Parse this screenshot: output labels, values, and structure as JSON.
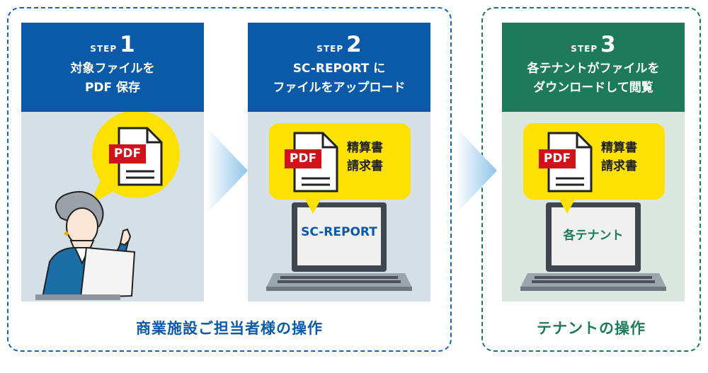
{
  "steps": [
    {
      "step_word": "STEP",
      "number": "1",
      "line1": "対象ファイルを",
      "line2": "PDF 保存",
      "badge": "PDF"
    },
    {
      "step_word": "STEP",
      "number": "2",
      "line1": "SC-REPORT に",
      "line2": "ファイルをアップロード",
      "badge": "PDF",
      "doc1": "精算書",
      "doc2": "請求書",
      "screen": "SC-REPORT"
    },
    {
      "step_word": "STEP",
      "number": "3",
      "line1": "各テナントがファイルを",
      "line2": "ダウンロードして閲覧",
      "badge": "PDF",
      "doc1": "精算書",
      "doc2": "請求書",
      "screen": "各テナント"
    }
  ],
  "groups": {
    "facility": "商業施設ご担当者様の操作",
    "tenant": "テナントの操作"
  },
  "colors": {
    "blue": "#0a5aa8",
    "green": "#1d7a5b",
    "bubble": "#fde102",
    "pdf_red": "#d0121b"
  }
}
